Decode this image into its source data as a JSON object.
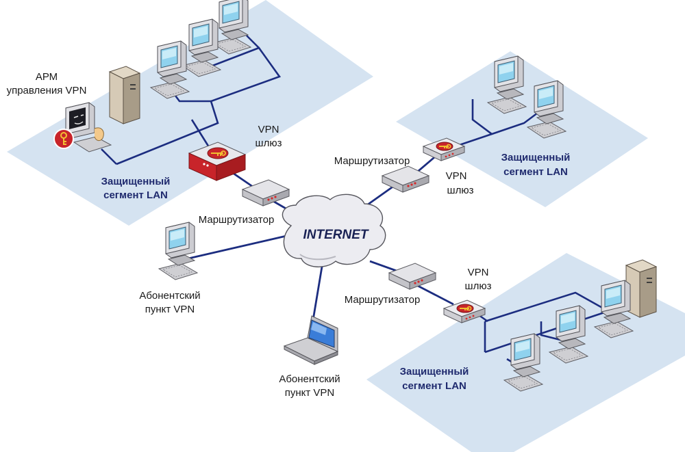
{
  "colors": {
    "segment_fill": "#d4e3f1",
    "lan_line": "#1c2d80",
    "wan_line": "#1c2d80",
    "firewall_red": "#c8242a",
    "cloud_fill": "#ececf0"
  },
  "labels": {
    "internet": "INTERNET",
    "arm_line1": "АРМ",
    "arm_line2": "управления VPN",
    "vpn_gateway_tl_line1": "VPN",
    "vpn_gateway_tl_line2": "шлюз",
    "segment_tl_line1": "Защищенный",
    "segment_tl_line2": "сегмент LAN",
    "router_left": "Маршрутизатор",
    "router_top_right": "Маршрутизатор",
    "vpn_gateway_tr_line1": "VPN",
    "vpn_gateway_tr_line2": "шлюз",
    "segment_tr_line1": "Защищенный",
    "segment_tr_line2": "сегмент LAN",
    "subscriber_left_line1": "Абонентский",
    "subscriber_left_line2": "пункт VPN",
    "subscriber_bottom_line1": "Абонентский",
    "subscriber_bottom_line2": "пункт VPN",
    "router_bottom_right": "Маршрутизатор",
    "vpn_gateway_br_line1": "VPN",
    "vpn_gateway_br_line2": "шлюз",
    "segment_br_line1": "Защищенный",
    "segment_br_line2": "сегмент LAN"
  },
  "icons": [
    "workstation-icon",
    "server-tower-icon",
    "router-icon",
    "vpn-gateway-icon",
    "firewall-vpn-gateway-icon",
    "laptop-icon",
    "key-badge-icon",
    "cloud-icon"
  ]
}
